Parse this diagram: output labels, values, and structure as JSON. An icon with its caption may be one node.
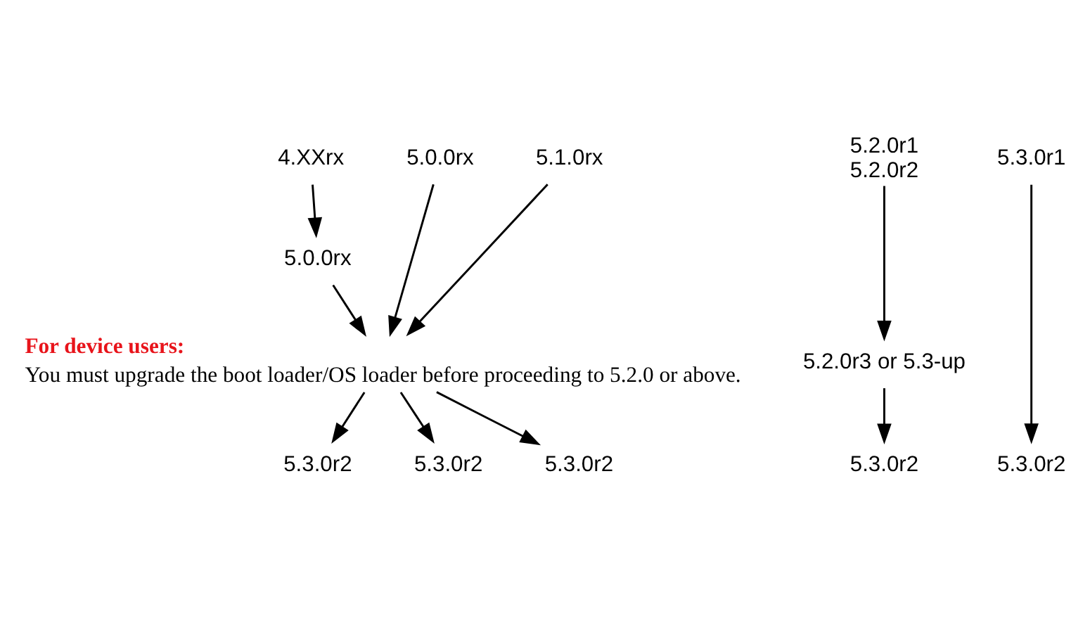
{
  "diagram": {
    "nodes": [
      {
        "text": [
          "4.XXrx"
        ]
      },
      {
        "text": [
          "5.0.0rx"
        ]
      },
      {
        "text": [
          "5.1.0rx"
        ]
      },
      {
        "text": [
          "5.2.0r1",
          "5.2.0r2"
        ]
      },
      {
        "text": [
          "5.3.0r1"
        ]
      },
      {
        "text": [
          "5.0.0rx"
        ]
      },
      {
        "text": [
          "For device users:",
          "You must upgrade the boot loader/OS loader before proceeding to 5.2.0 or above."
        ]
      },
      {
        "text": [
          "5.2.0r3 or 5.3-up"
        ]
      },
      {
        "text": [
          "5.3.0r2"
        ]
      },
      {
        "text": [
          "5.3.0r2"
        ]
      },
      {
        "text": [
          "5.3.0r2"
        ]
      },
      {
        "text": [
          "5.3.0r2"
        ]
      },
      {
        "text": [
          "5.3.0r2"
        ]
      }
    ],
    "edges": [
      {
        "from": 0,
        "to": 5,
        "arrow": "to"
      },
      {
        "from": 5,
        "to": 6,
        "arrow": "to"
      },
      {
        "from": 1,
        "to": 6,
        "arrow": "to"
      },
      {
        "from": 2,
        "to": 6,
        "arrow": "to"
      },
      {
        "from": 3,
        "to": 7,
        "arrow": "to"
      },
      {
        "from": 4,
        "to": 12,
        "arrow": "to"
      },
      {
        "from": 6,
        "to": 8,
        "arrow": "to"
      },
      {
        "from": 6,
        "to": 9,
        "arrow": "to"
      },
      {
        "from": 6,
        "to": 10,
        "arrow": "to"
      },
      {
        "from": 7,
        "to": 11,
        "arrow": "to"
      }
    ]
  }
}
